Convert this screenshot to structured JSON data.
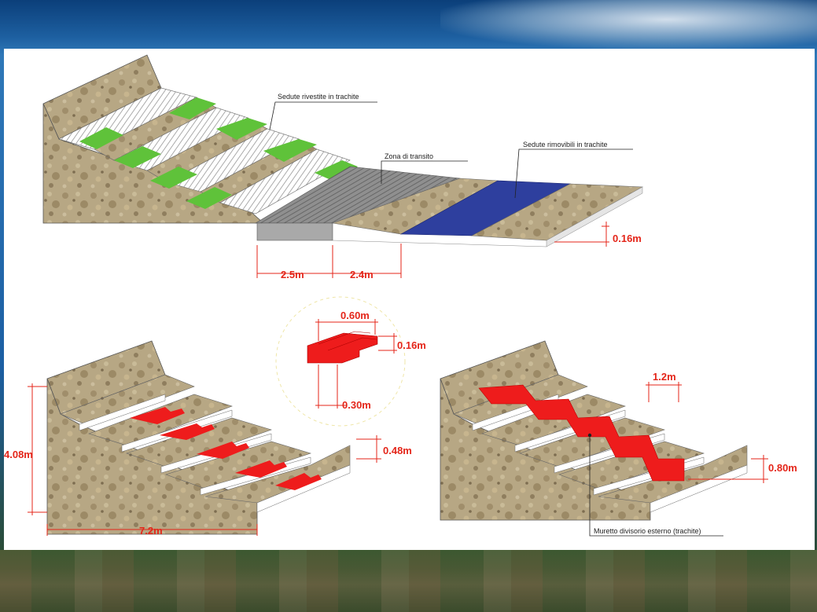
{
  "labels": {
    "sedute_rivestite": "Sedute rivestite in trachite",
    "zona_transito": "Zona di transito",
    "sedute_rimovibili": "Sedute rimovibili in trachite",
    "muretto": "Muretto divisorio esterno (trachite)"
  },
  "dimensions": {
    "top_height": "0.16m",
    "top_w1": "2.5m",
    "top_w2": "2.4m",
    "detail_depth": "0.60m",
    "detail_height": "0.16m",
    "detail_width": "0.30m",
    "left_height": "4.08m",
    "left_step": "0.48m",
    "left_width": "7.2m",
    "right_width": "1.2m",
    "right_height": "0.80m"
  },
  "colors": {
    "stone": "#b6a582",
    "green": "#5fc23a",
    "blue": "#2e3f9e",
    "red": "#ee1c1c",
    "dimension": "#e4261a"
  }
}
